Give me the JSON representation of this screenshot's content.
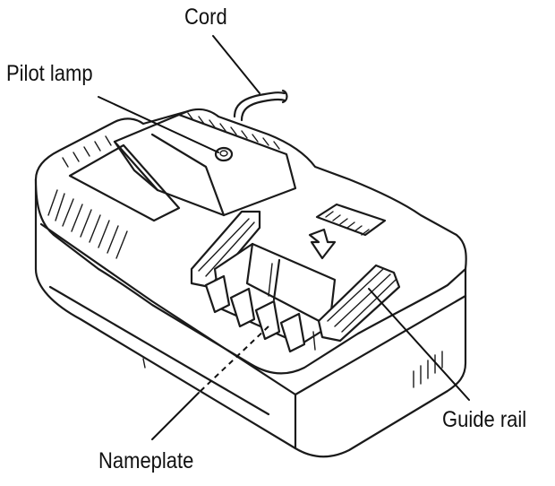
{
  "labels": {
    "cord": "Cord",
    "pilot_lamp": "Pilot lamp",
    "guide_rail": "Guide rail",
    "nameplate": "Nameplate"
  },
  "colors": {
    "ink": "#1a1a1a",
    "background": "#ffffff"
  }
}
